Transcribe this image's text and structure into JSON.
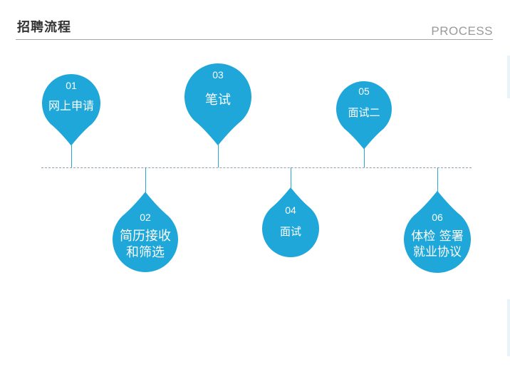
{
  "header": {
    "title": "招聘流程",
    "subtitle": "PROCESS"
  },
  "colors": {
    "accent": "#1ea7d8",
    "connector": "#29a8d8",
    "timeline": "#8fa0ae"
  },
  "steps": [
    {
      "num": "01",
      "label": "网上申请"
    },
    {
      "num": "02",
      "label": "简历接收\n和筛选"
    },
    {
      "num": "03",
      "label": "笔试"
    },
    {
      "num": "04",
      "label": "面试"
    },
    {
      "num": "05",
      "label": "面试二"
    },
    {
      "num": "06",
      "label": "体检 签署\n就业协议"
    }
  ]
}
